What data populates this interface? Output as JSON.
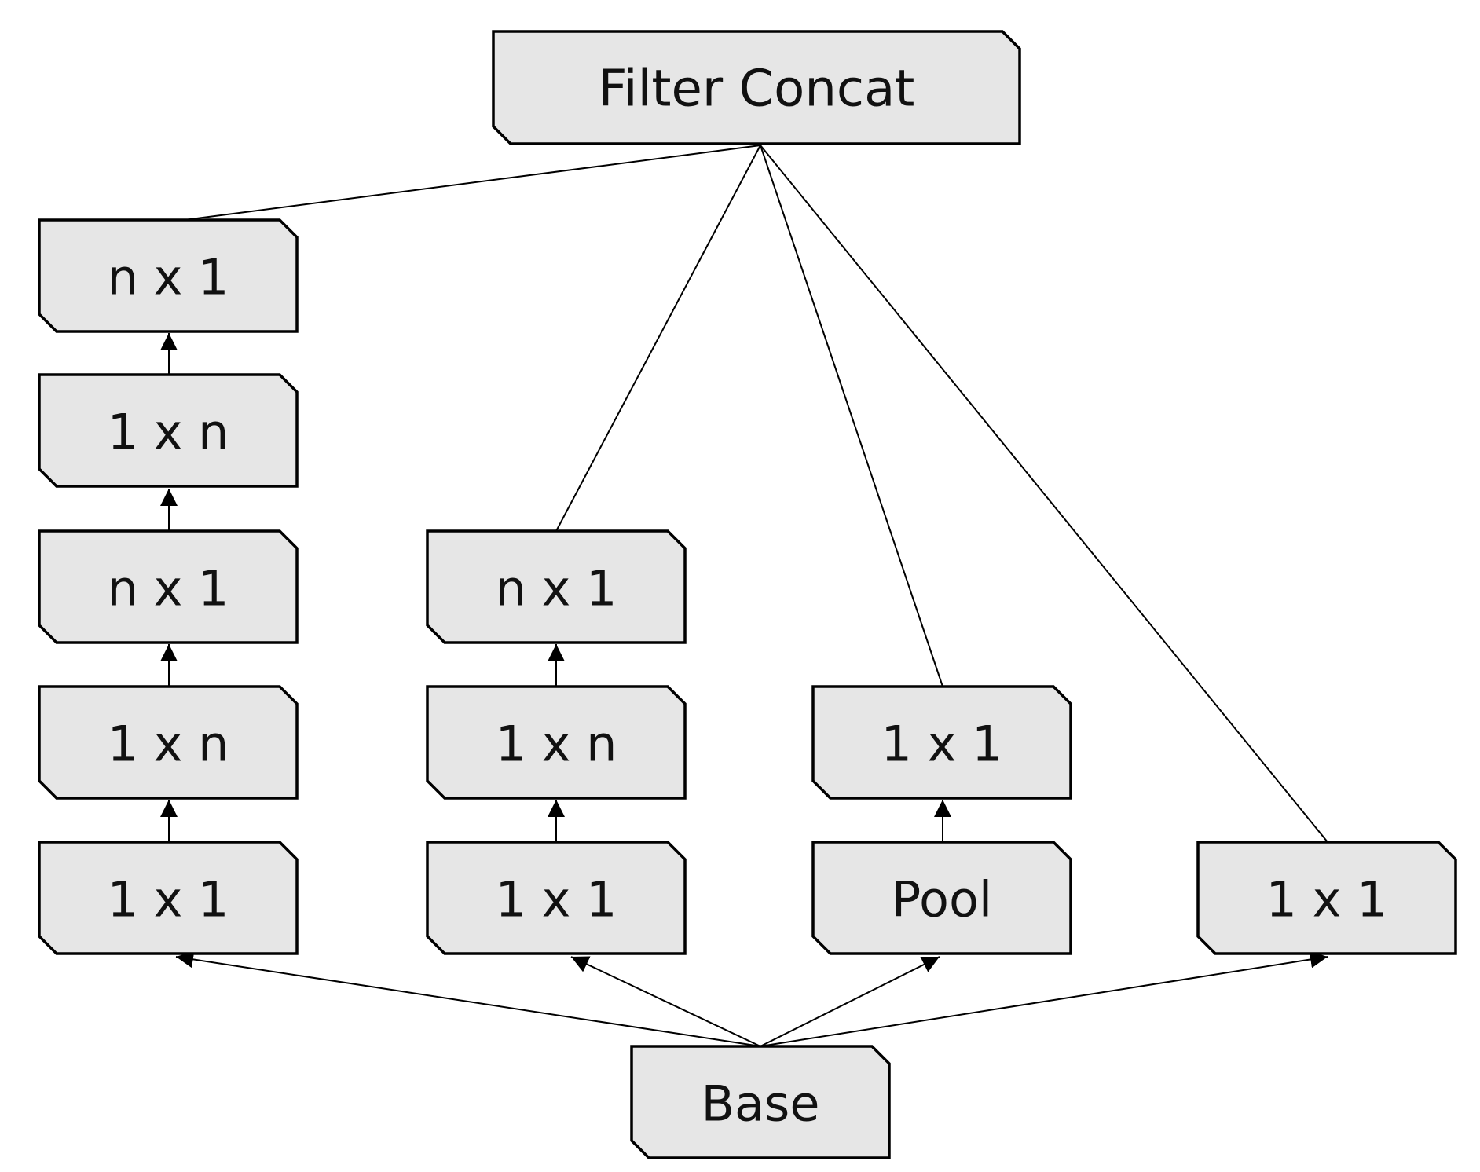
{
  "diagram": {
    "nodes": {
      "filter_concat": "Filter Concat",
      "b1_nx1_top": "n x 1",
      "b1_1xn_upper": "1 x n",
      "b1_nx1_mid": "n x 1",
      "b1_1xn_lower": "1 x n",
      "b1_1x1": "1 x 1",
      "b2_nx1": "n x 1",
      "b2_1xn": "1 x n",
      "b2_1x1": "1 x 1",
      "b3_1x1": "1 x 1",
      "b3_pool": "Pool",
      "b4_1x1": "1 x 1",
      "base": "Base"
    },
    "edges": [
      {
        "from": "base",
        "to": "b1_1x1",
        "arrow": true
      },
      {
        "from": "base",
        "to": "b2_1x1",
        "arrow": true
      },
      {
        "from": "base",
        "to": "b3_pool",
        "arrow": true
      },
      {
        "from": "base",
        "to": "b4_1x1",
        "arrow": true
      },
      {
        "from": "b1_1x1",
        "to": "b1_1xn_lower",
        "arrow": true
      },
      {
        "from": "b1_1xn_lower",
        "to": "b1_nx1_mid",
        "arrow": true
      },
      {
        "from": "b1_nx1_mid",
        "to": "b1_1xn_upper",
        "arrow": true
      },
      {
        "from": "b1_1xn_upper",
        "to": "b1_nx1_top",
        "arrow": true
      },
      {
        "from": "b2_1x1",
        "to": "b2_1xn",
        "arrow": true
      },
      {
        "from": "b2_1xn",
        "to": "b2_nx1",
        "arrow": true
      },
      {
        "from": "b3_pool",
        "to": "b3_1x1",
        "arrow": true
      },
      {
        "from": "b1_nx1_top",
        "to": "filter_concat",
        "arrow": false
      },
      {
        "from": "b2_nx1",
        "to": "filter_concat",
        "arrow": false
      },
      {
        "from": "b3_1x1",
        "to": "filter_concat",
        "arrow": false
      },
      {
        "from": "b4_1x1",
        "to": "filter_concat",
        "arrow": false
      }
    ]
  }
}
